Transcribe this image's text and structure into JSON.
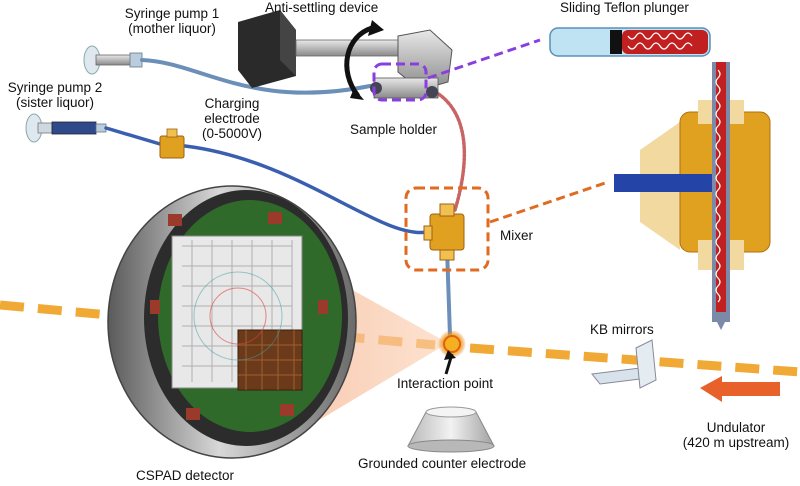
{
  "labels": {
    "syringe_pump_1": "Syringe pump 1",
    "syringe_pump_1_sub": "(mother liquor)",
    "syringe_pump_2": "Syringe pump 2",
    "syringe_pump_2_sub": "(sister liquor)",
    "anti_settling": "Anti-settling device",
    "sliding_plunger": "Sliding Teflon plunger",
    "charging_1": "Charging",
    "charging_2": "electrode",
    "charging_3": "(0-5000V)",
    "sample_holder": "Sample holder",
    "mixer": "Mixer",
    "kb_mirrors": "KB mirrors",
    "interaction_point": "Interaction point",
    "undulator": "Undulator",
    "undulator_sub": "(420 m upstream)",
    "grounded_electrode": "Grounded counter electrode",
    "cspad": "CSPAD detector"
  },
  "colors": {
    "xray_beam": "#f0a020",
    "sample_line": "#3a5fb0",
    "fitting": "#e0a020",
    "mixer_box": "#e06a20",
    "holder_box": "#8a3ee0",
    "arrow": "#e8602a"
  },
  "icons": [
    "syringe-icon",
    "motor-icon",
    "detector-icon",
    "mixer-icon",
    "electrode-icon",
    "mirror-icon",
    "arrow-icon"
  ]
}
